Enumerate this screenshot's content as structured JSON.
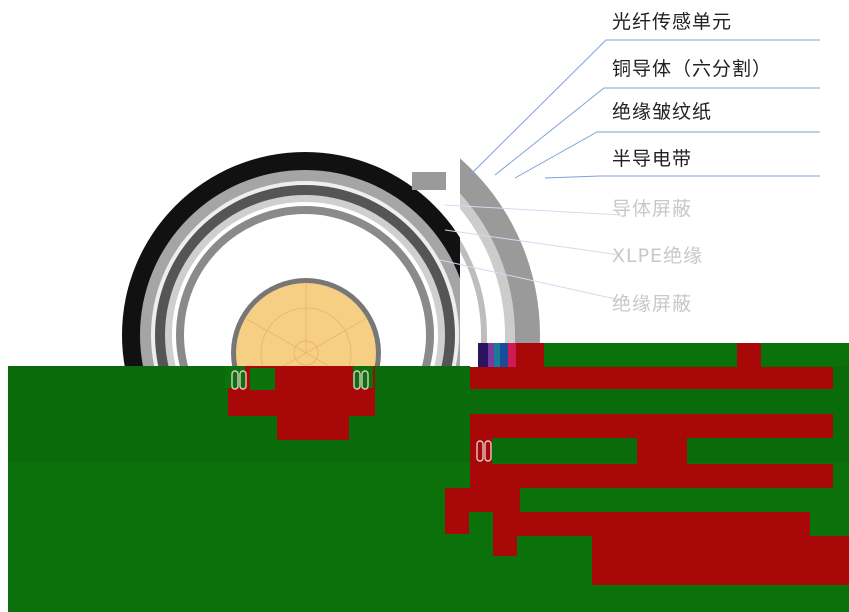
{
  "labels": {
    "sensor_unit": "光纤传感单元",
    "copper_conductor": "铜导体（六分割）",
    "insulation_paper": "绝缘皱纹纸",
    "semi_conductive_tape": "半导电带",
    "faded_1": "导体屏蔽",
    "faded_2": "XLPE绝缘",
    "faded_3": "绝缘屏蔽"
  },
  "colors": {
    "board_green": "#0b720b",
    "trace_red": "#a80808",
    "outer_sheath": "#111111",
    "insulation_gray": "#8f8f8f",
    "conductor_fill": "#f6cf84",
    "leader_blue": "#7fa2d6"
  }
}
